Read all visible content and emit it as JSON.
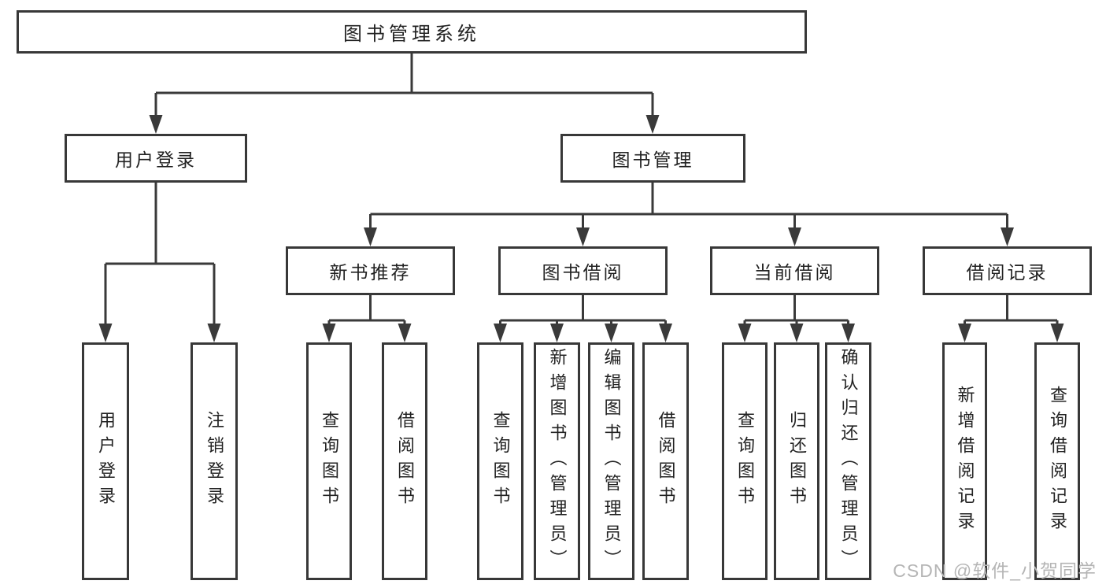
{
  "tree": {
    "root": "图书管理系统",
    "branches": [
      {
        "label": "用户登录",
        "children": [
          "用户登录",
          "注销登录"
        ]
      },
      {
        "label": "图书管理",
        "sections": [
          {
            "label": "新书推荐",
            "children": [
              "查询图书",
              "借阅图书"
            ]
          },
          {
            "label": "图书借阅",
            "children": [
              "查询图书",
              "新增图书（管理员）",
              "编辑图书（管理员）",
              "借阅图书"
            ]
          },
          {
            "label": "当前借阅",
            "children": [
              "查询图书",
              "归还图书",
              "确认归还（管理员）"
            ]
          },
          {
            "label": "借阅记录",
            "children": [
              "新增借阅记录",
              "查询借阅记录"
            ]
          }
        ]
      }
    ]
  },
  "watermark": "CSDN @软件_小贺同学",
  "colors": {
    "line": "#3a3a3a",
    "box_border": "#383838",
    "text": "#222222",
    "background": "#ffffff",
    "watermark": "#b5b5b5"
  }
}
